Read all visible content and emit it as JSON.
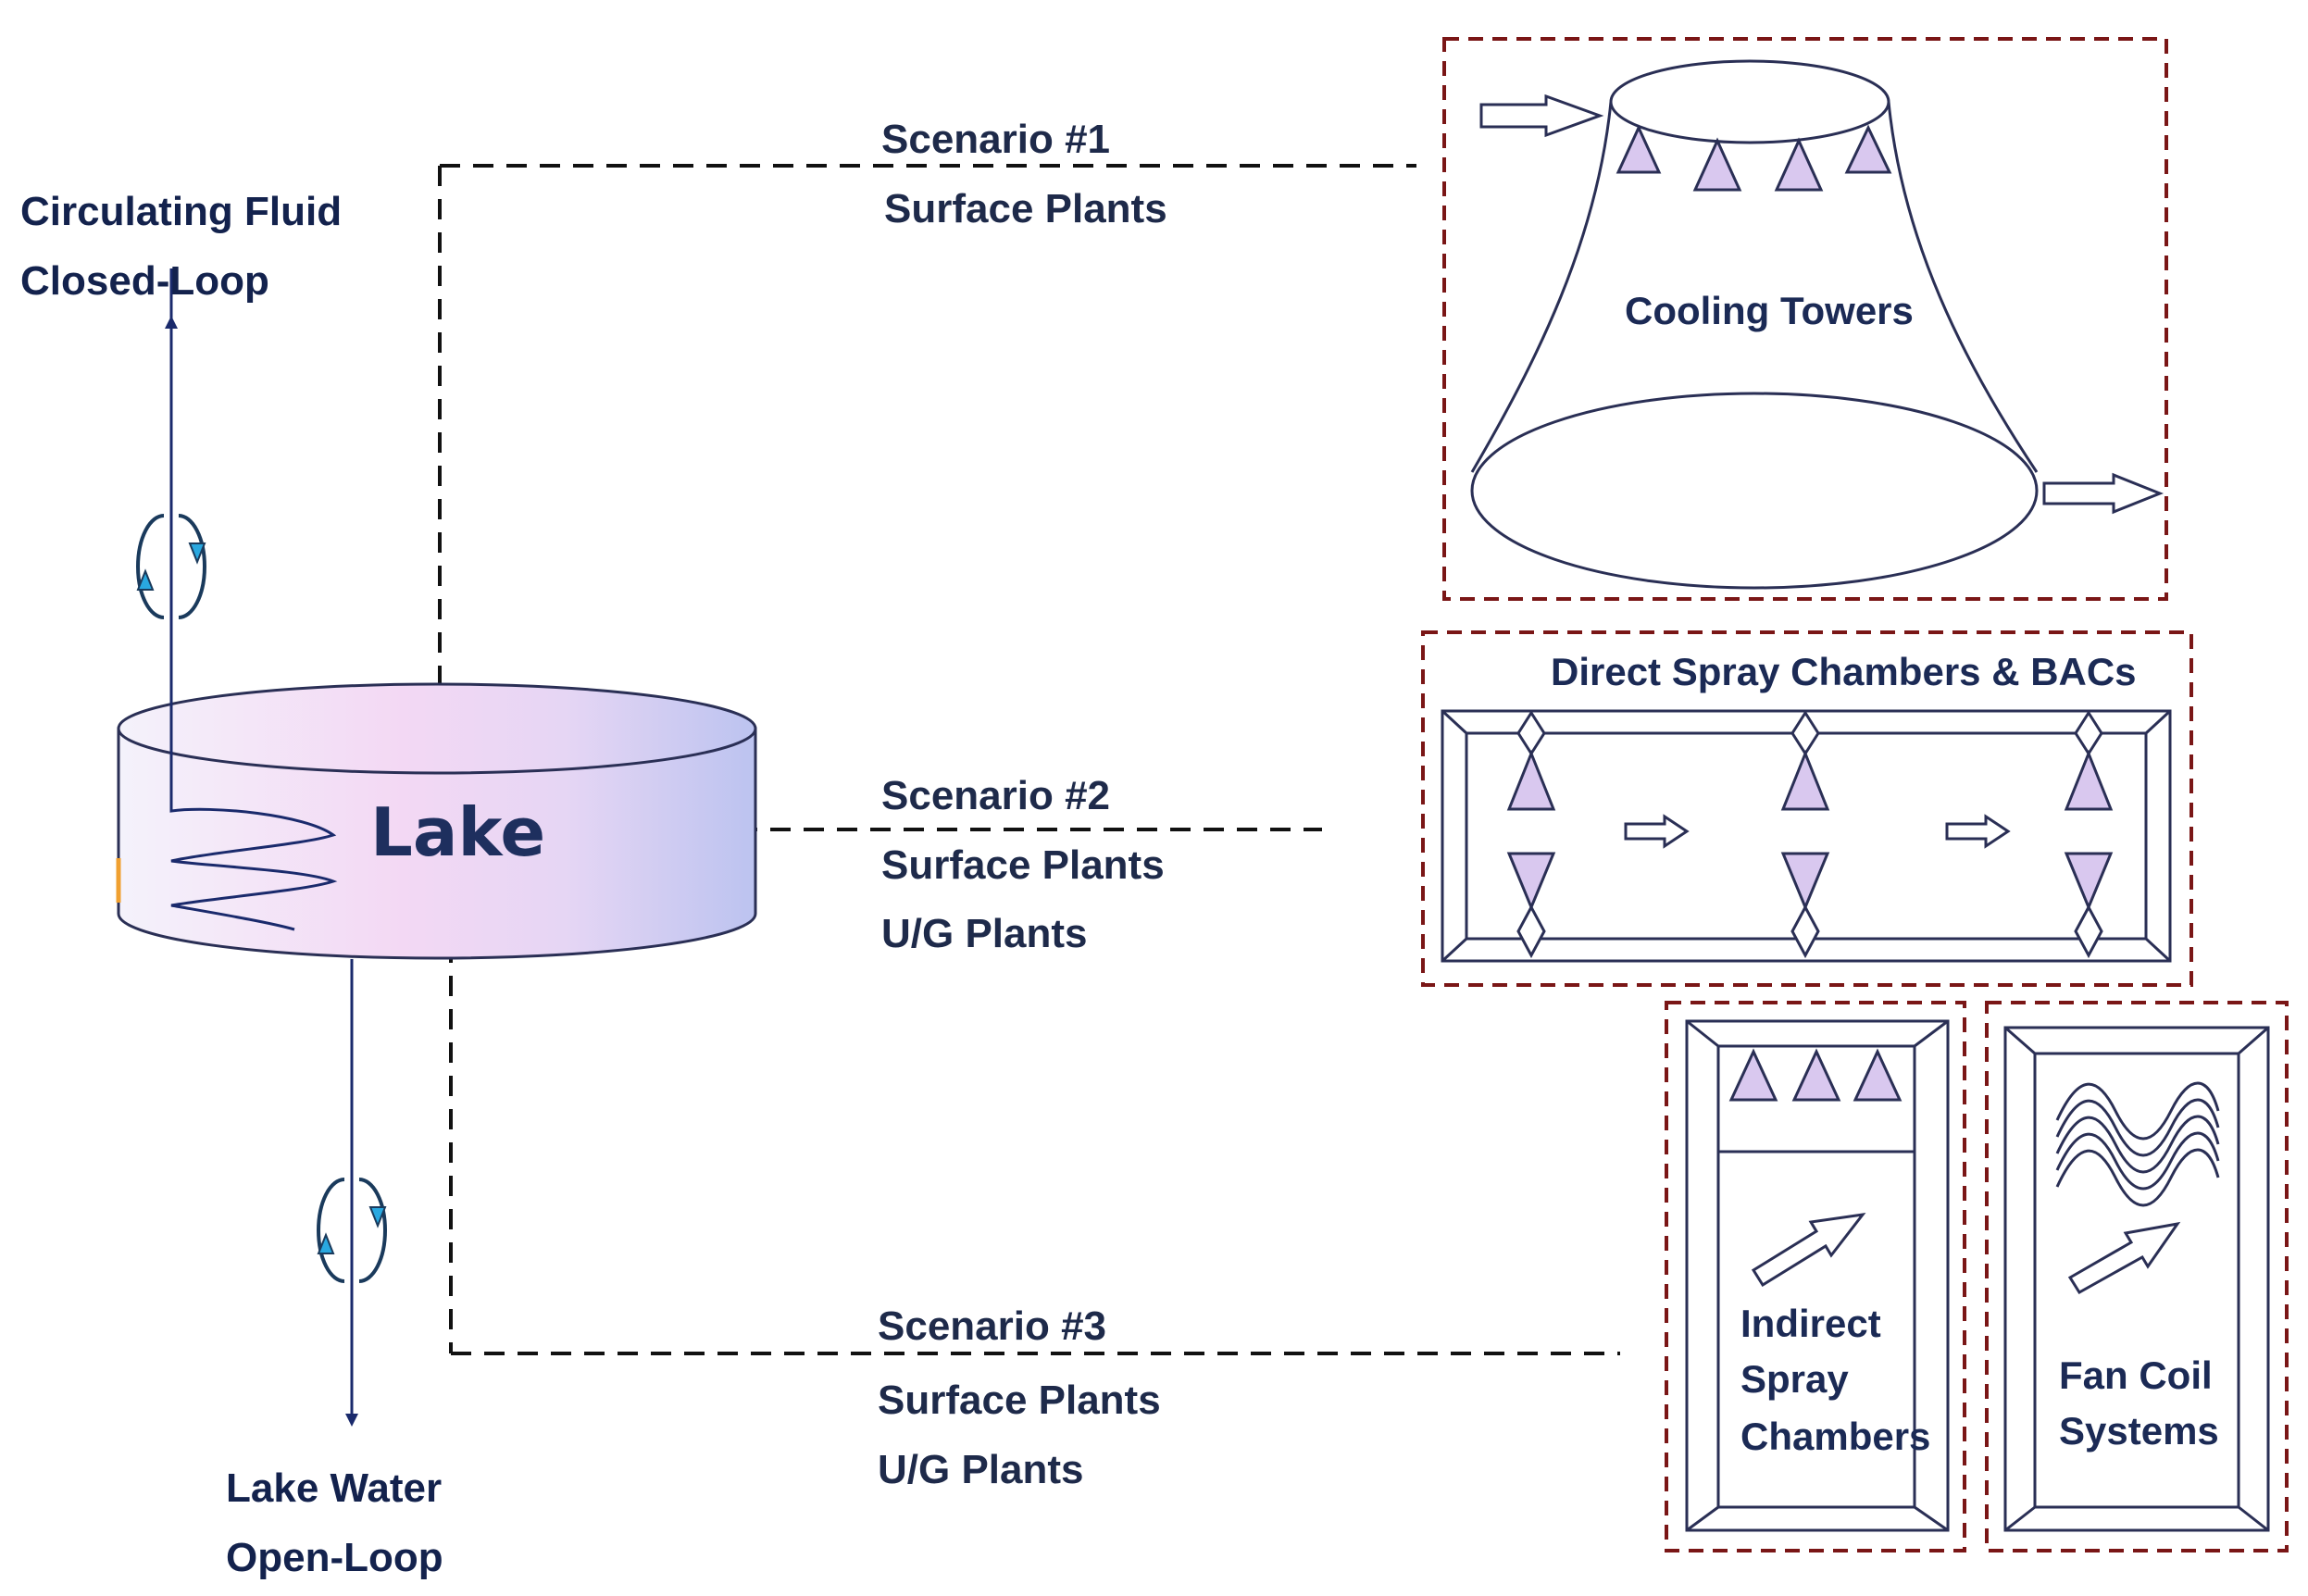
{
  "labels": {
    "circulating_fluid": "Circulating Fluid",
    "closed_loop": "Closed-Loop",
    "lake": "Lake",
    "lake_water": "Lake Water",
    "open_loop": "Open-Loop",
    "scenario1_title": "Scenario #1",
    "scenario1_line1": "Surface Plants",
    "scenario2_title": "Scenario #2",
    "scenario2_line1": "Surface Plants",
    "scenario2_line2": "U/G Plants",
    "scenario3_title": "Scenario #3",
    "scenario3_line1": "Surface Plants",
    "scenario3_line2": "U/G Plants",
    "cooling_towers": "Cooling Towers",
    "direct_spray": "Direct Spray Chambers & BACs",
    "indirect_line1": "Indirect",
    "indirect_line2": "Spray",
    "indirect_line3": "Chambers",
    "fancoil_line1": "Fan Coil",
    "fancoil_line2": "Systems"
  },
  "colors": {
    "dashed_connector": "#111111",
    "box_border": "#7a1616",
    "label_text": "#1e2a4a",
    "nozzle_fill": "#d9c8ef",
    "cycle_arrow": "#29a8e0",
    "flow_line": "#1a2a6c",
    "lake_gradient": [
      "#f4f2fb",
      "#f3d8f4",
      "#e6d6f4",
      "#bcc3f0"
    ]
  },
  "icons": [
    "cycle-arrow-icon",
    "flow-arrow-icon",
    "spray-nozzle-icon",
    "airflow-arrow-icon",
    "coil-wave-icon"
  ]
}
